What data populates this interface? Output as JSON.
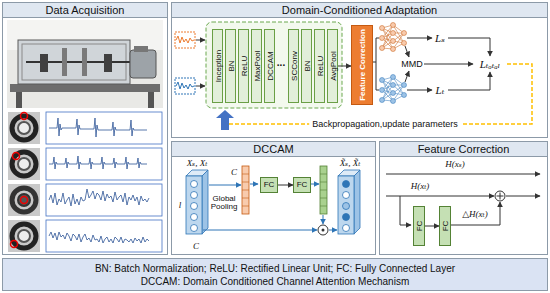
{
  "diagram": {
    "nodes": [
      {
        "text": [
          "Data Acquisition"
        ]
      },
      {
        "text": [
          "Domain-Conditioned Adaptation"
        ]
      },
      {
        "text": [
          "Inception"
        ],
        "in": 1
      },
      {
        "text": [
          "BN"
        ],
        "in": 1
      },
      {
        "text": [
          "ReLU"
        ],
        "in": 1
      },
      {
        "text": [
          "MaxPool"
        ],
        "in": 1
      },
      {
        "text": [
          "DCCAM"
        ],
        "in": 1
      },
      {
        "text": [
          "SCConv"
        ],
        "in": 1
      },
      {
        "text": [
          "BN"
        ],
        "in": 1
      },
      {
        "text": [
          "ReLU"
        ],
        "in": 1
      },
      {
        "text": [
          "AvgPool"
        ],
        "in": 1
      },
      {
        "text": [
          "Feature Correction"
        ],
        "in": 1
      },
      {
        "text": [
          "DCCAM"
        ]
      },
      {
        "text": [
          "FC"
        ],
        "in": 12
      },
      {
        "text": [
          "FC"
        ],
        "in": 12
      },
      {
        "text": [
          "Feature Correction"
        ]
      },
      {
        "text": [
          "FC"
        ],
        "in": 15
      },
      {
        "text": [
          "FC"
        ],
        "in": 15
      },
      {
        "text": [
          "BN: Batch Normalization; ReLU: Rectified Linear Unit; FC: Fully Connected Layer",
          "DCCAM: Domain Conditioned Channel Attention Mechanism"
        ]
      }
    ],
    "edges": [
      {
        "from": 10,
        "to": 11,
        "arrow": "to"
      },
      {
        "from": 13,
        "to": 14,
        "arrow": "to"
      },
      {
        "from": 16,
        "to": 17,
        "arrow": "to"
      }
    ],
    "labels": [
      "...",
      "MMD",
      "Lₛ",
      "Lₜ",
      "Lₜₒₜₐₗ",
      "Backpropagation,update parameters",
      "Xₛ, Xₜ",
      "l",
      "C",
      "Global Pooling",
      "C",
      "X̃ₛ, X̃ₜ",
      "H(xₛ)",
      "H(xₜ)",
      "△H(xₜ)"
    ]
  }
}
